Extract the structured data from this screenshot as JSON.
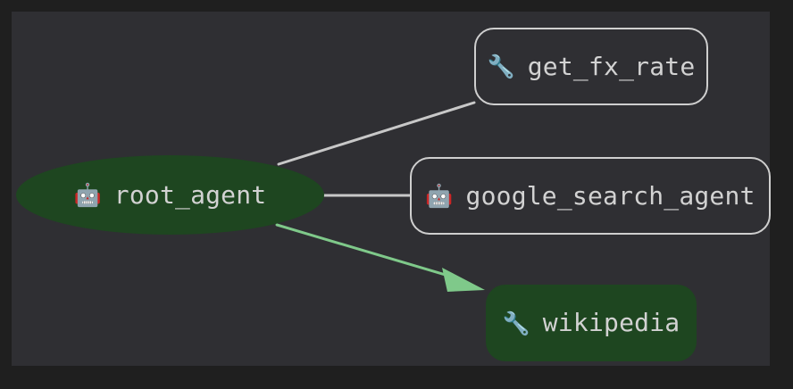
{
  "graph": {
    "title": "agent-tool-graph",
    "background_color": "#2f2f33",
    "frame_color": "#1f1f1f",
    "nodes": [
      {
        "id": "root_agent",
        "label": "root_agent",
        "icon": "robot-emoji",
        "icon_glyph": "🤖",
        "shape": "ellipse",
        "fill": "#1e4620",
        "border": "none",
        "text_color": "#d2d2d2"
      },
      {
        "id": "get_fx_rate",
        "label": "get_fx_rate",
        "icon": "wrench-emoji",
        "icon_glyph": "🔧",
        "shape": "rounded-rect",
        "fill": "#2f2f33",
        "border": "#cfcfcf",
        "text_color": "#d2d2d2"
      },
      {
        "id": "google_search_agent",
        "label": "google_search_agent",
        "icon": "robot-emoji",
        "icon_glyph": "🤖",
        "shape": "rounded-rect",
        "fill": "#2f2f33",
        "border": "#cfcfcf",
        "text_color": "#d2d2d2"
      },
      {
        "id": "wikipedia",
        "label": "wikipedia",
        "icon": "wrench-emoji",
        "icon_glyph": "🔧",
        "shape": "rounded-rect",
        "fill": "#1e4620",
        "border": "none",
        "text_color": "#d2d2d2"
      }
    ],
    "edges": [
      {
        "from": "root_agent",
        "to": "get_fx_rate",
        "color": "#c8c8c8",
        "arrow": false
      },
      {
        "from": "root_agent",
        "to": "google_search_agent",
        "color": "#c8c8c8",
        "arrow": false
      },
      {
        "from": "root_agent",
        "to": "wikipedia",
        "color": "#7fc98a",
        "arrow": true
      }
    ]
  }
}
